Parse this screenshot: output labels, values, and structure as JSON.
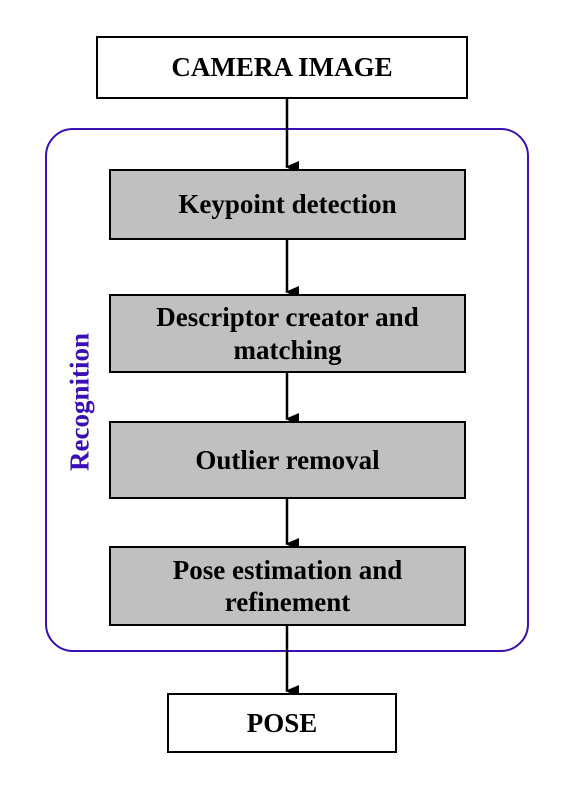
{
  "diagram": {
    "input": "CAMERA IMAGE",
    "group_label": "Recognition",
    "steps": [
      {
        "label": "Keypoint detection"
      },
      {
        "label": "Descriptor creator and matching"
      },
      {
        "label": "Outlier removal"
      },
      {
        "label": "Pose estimation and refinement"
      }
    ],
    "output": "POSE",
    "colors": {
      "step_fill": "#c0c0c0",
      "frame": "#3a10b4"
    }
  }
}
